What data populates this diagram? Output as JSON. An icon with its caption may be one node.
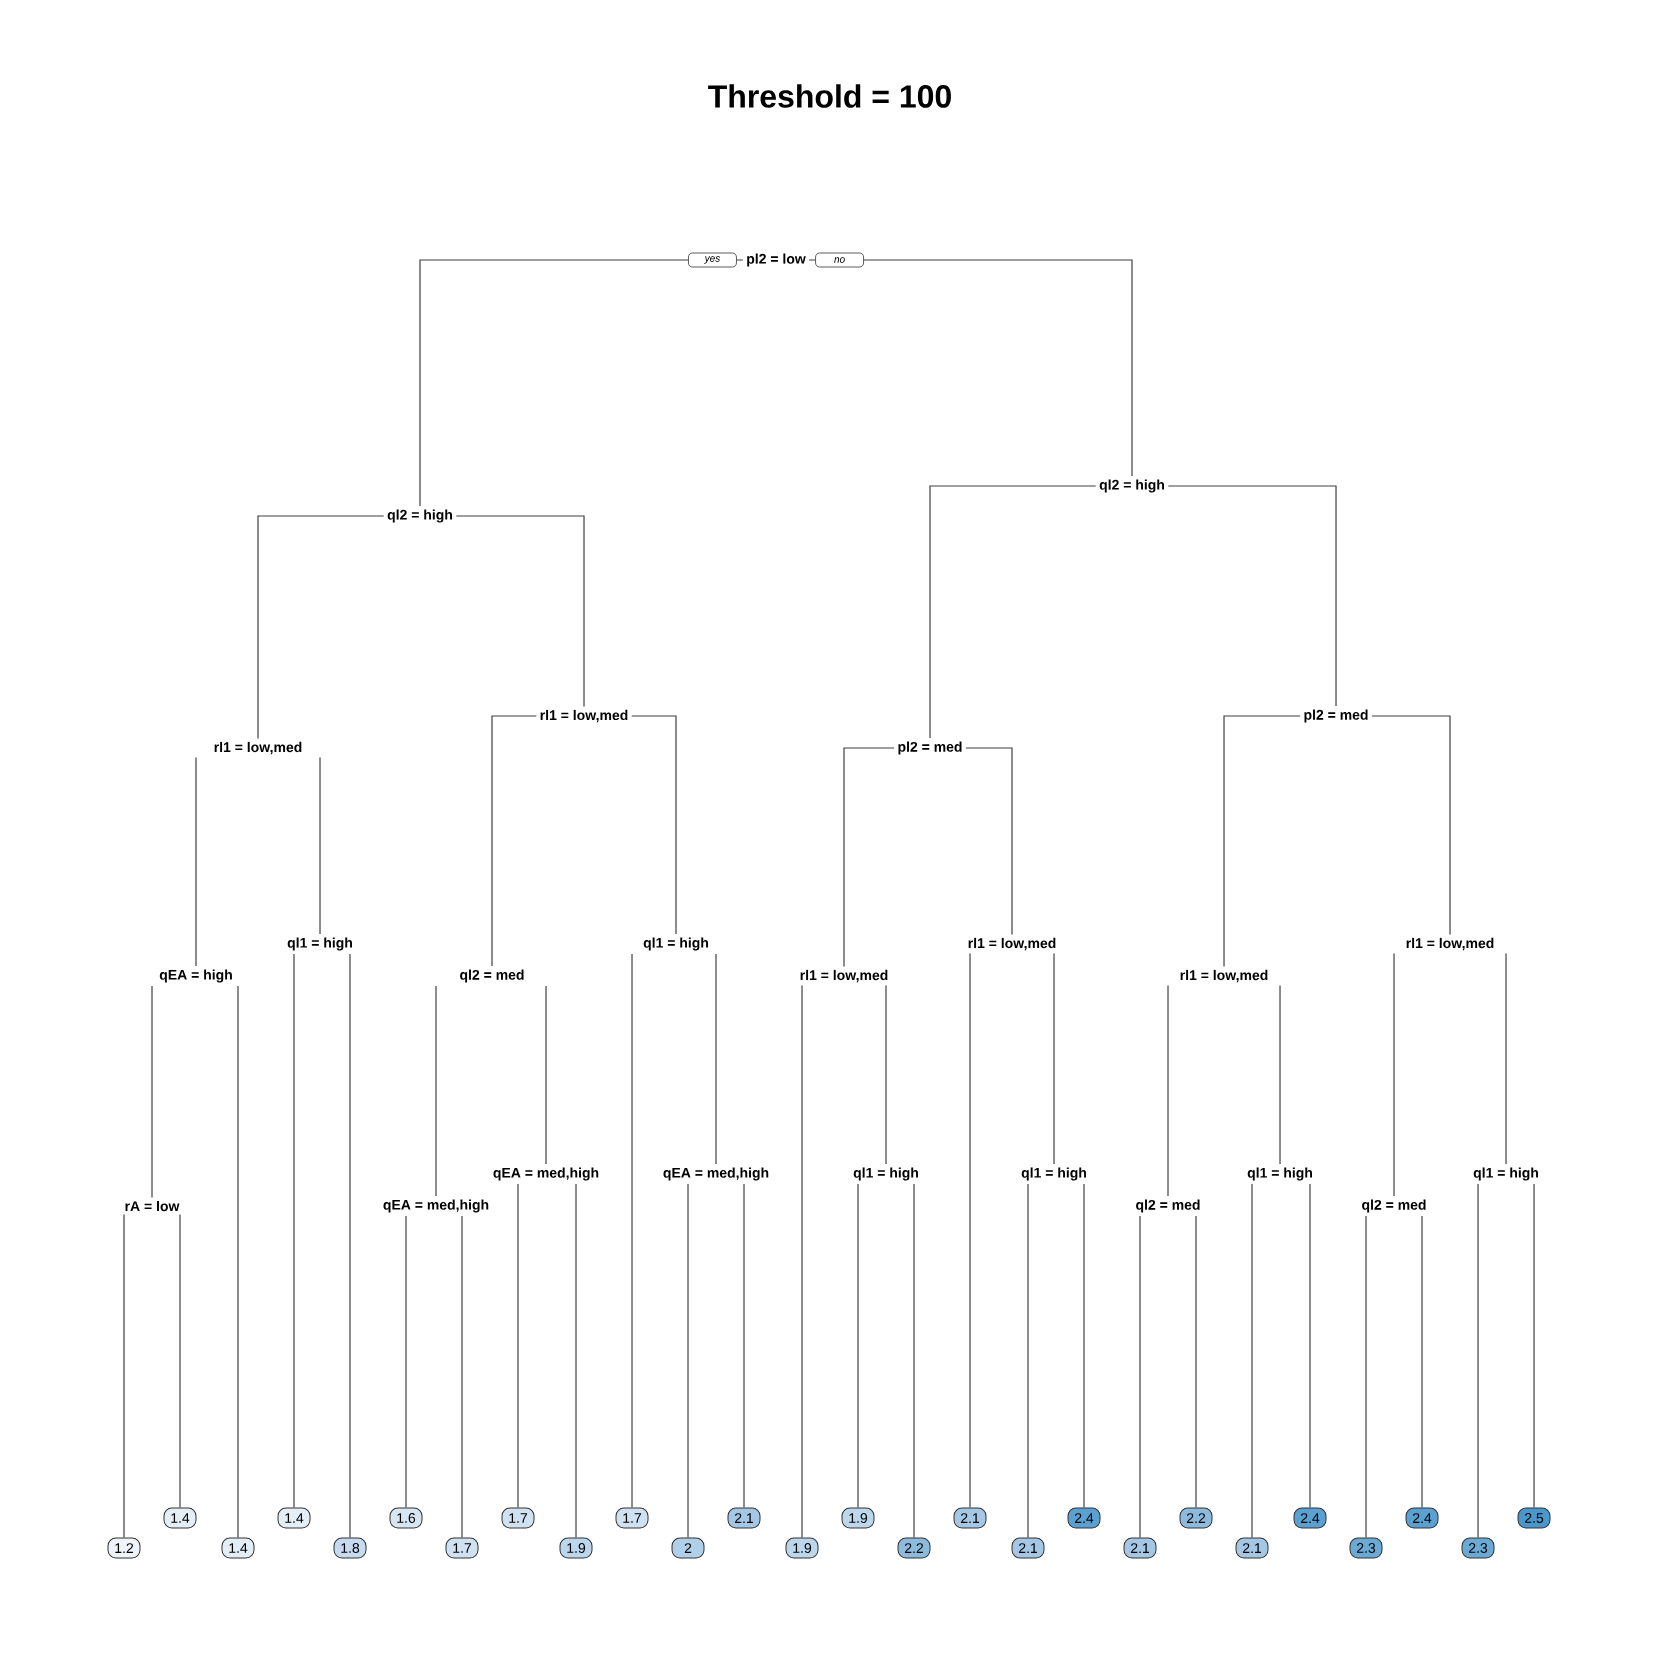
{
  "diagram": {
    "title": "Threshold = 100",
    "nodes": [
      {
        "text": [
          "pl2 = low"
        ],
        "beside": [
          "yes",
          "no"
        ]
      },
      {
        "text": [
          "ql2 = high"
        ]
      },
      {
        "text": [
          "rl1 = low,med"
        ]
      },
      {
        "text": [
          "qEA = high"
        ]
      },
      {
        "text": [
          "rA = low"
        ]
      },
      {
        "text": [
          "1.2"
        ]
      },
      {
        "text": [
          "1.4"
        ]
      },
      {
        "text": [
          "1.4"
        ]
      },
      {
        "text": [
          "ql1 = high"
        ]
      },
      {
        "text": [
          "1.4"
        ]
      },
      {
        "text": [
          "1.8"
        ]
      },
      {
        "text": [
          "rl1 = low,med"
        ]
      },
      {
        "text": [
          "ql2 = med"
        ]
      },
      {
        "text": [
          "qEA = med,high"
        ]
      },
      {
        "text": [
          "1.6"
        ]
      },
      {
        "text": [
          "1.7"
        ]
      },
      {
        "text": [
          "qEA = med,high"
        ]
      },
      {
        "text": [
          "1.7"
        ]
      },
      {
        "text": [
          "1.9"
        ]
      },
      {
        "text": [
          "ql1 = high"
        ]
      },
      {
        "text": [
          "1.7"
        ]
      },
      {
        "text": [
          "qEA = med,high"
        ]
      },
      {
        "text": [
          "2"
        ]
      },
      {
        "text": [
          "2.1"
        ]
      },
      {
        "text": [
          "ql2 = high"
        ]
      },
      {
        "text": [
          "pl2 = med"
        ]
      },
      {
        "text": [
          "rl1 = low,med"
        ]
      },
      {
        "text": [
          "1.9"
        ]
      },
      {
        "text": [
          "ql1 = high"
        ]
      },
      {
        "text": [
          "1.9"
        ]
      },
      {
        "text": [
          "2.2"
        ]
      },
      {
        "text": [
          "rl1 = low,med"
        ]
      },
      {
        "text": [
          "2.1"
        ]
      },
      {
        "text": [
          "ql1 = high"
        ]
      },
      {
        "text": [
          "2.1"
        ]
      },
      {
        "text": [
          "2.4"
        ]
      },
      {
        "text": [
          "pl2 = med"
        ]
      },
      {
        "text": [
          "rl1 = low,med"
        ]
      },
      {
        "text": [
          "ql2 = med"
        ]
      },
      {
        "text": [
          "2.1"
        ]
      },
      {
        "text": [
          "2.2"
        ]
      },
      {
        "text": [
          "ql1 = high"
        ]
      },
      {
        "text": [
          "2.1"
        ]
      },
      {
        "text": [
          "2.4"
        ]
      },
      {
        "text": [
          "rl1 = low,med"
        ]
      },
      {
        "text": [
          "ql2 = med"
        ]
      },
      {
        "text": [
          "2.3"
        ]
      },
      {
        "text": [
          "2.4"
        ]
      },
      {
        "text": [
          "ql1 = high"
        ]
      },
      {
        "text": [
          "2.3"
        ]
      },
      {
        "text": [
          "2.5"
        ]
      }
    ],
    "edges": [
      {
        "from": 0,
        "to": 1,
        "arrow": "none"
      },
      {
        "from": 1,
        "to": 2,
        "arrow": "none"
      },
      {
        "from": 2,
        "to": 3,
        "arrow": "none"
      },
      {
        "from": 3,
        "to": 4,
        "arrow": "none"
      },
      {
        "from": 4,
        "to": 5,
        "arrow": "none"
      },
      {
        "from": 4,
        "to": 6,
        "arrow": "none"
      },
      {
        "from": 3,
        "to": 7,
        "arrow": "none"
      },
      {
        "from": 2,
        "to": 8,
        "arrow": "none"
      },
      {
        "from": 8,
        "to": 9,
        "arrow": "none"
      },
      {
        "from": 8,
        "to": 10,
        "arrow": "none"
      },
      {
        "from": 1,
        "to": 11,
        "arrow": "none"
      },
      {
        "from": 11,
        "to": 12,
        "arrow": "none"
      },
      {
        "from": 12,
        "to": 13,
        "arrow": "none"
      },
      {
        "from": 13,
        "to": 14,
        "arrow": "none"
      },
      {
        "from": 13,
        "to": 15,
        "arrow": "none"
      },
      {
        "from": 12,
        "to": 16,
        "arrow": "none"
      },
      {
        "from": 16,
        "to": 17,
        "arrow": "none"
      },
      {
        "from": 16,
        "to": 18,
        "arrow": "none"
      },
      {
        "from": 11,
        "to": 19,
        "arrow": "none"
      },
      {
        "from": 19,
        "to": 20,
        "arrow": "none"
      },
      {
        "from": 19,
        "to": 21,
        "arrow": "none"
      },
      {
        "from": 21,
        "to": 22,
        "arrow": "none"
      },
      {
        "from": 21,
        "to": 23,
        "arrow": "none"
      },
      {
        "from": 0,
        "to": 24,
        "arrow": "none"
      },
      {
        "from": 24,
        "to": 25,
        "arrow": "none"
      },
      {
        "from": 25,
        "to": 26,
        "arrow": "none"
      },
      {
        "from": 26,
        "to": 27,
        "arrow": "none"
      },
      {
        "from": 26,
        "to": 28,
        "arrow": "none"
      },
      {
        "from": 28,
        "to": 29,
        "arrow": "none"
      },
      {
        "from": 28,
        "to": 30,
        "arrow": "none"
      },
      {
        "from": 25,
        "to": 31,
        "arrow": "none"
      },
      {
        "from": 31,
        "to": 32,
        "arrow": "none"
      },
      {
        "from": 31,
        "to": 33,
        "arrow": "none"
      },
      {
        "from": 33,
        "to": 34,
        "arrow": "none"
      },
      {
        "from": 33,
        "to": 35,
        "arrow": "none"
      },
      {
        "from": 24,
        "to": 36,
        "arrow": "none"
      },
      {
        "from": 36,
        "to": 37,
        "arrow": "none"
      },
      {
        "from": 37,
        "to": 38,
        "arrow": "none"
      },
      {
        "from": 38,
        "to": 39,
        "arrow": "none"
      },
      {
        "from": 38,
        "to": 40,
        "arrow": "none"
      },
      {
        "from": 37,
        "to": 41,
        "arrow": "none"
      },
      {
        "from": 41,
        "to": 42,
        "arrow": "none"
      },
      {
        "from": 41,
        "to": 43,
        "arrow": "none"
      },
      {
        "from": 36,
        "to": 44,
        "arrow": "none"
      },
      {
        "from": 44,
        "to": 45,
        "arrow": "none"
      },
      {
        "from": 45,
        "to": 46,
        "arrow": "none"
      },
      {
        "from": 45,
        "to": 47,
        "arrow": "none"
      },
      {
        "from": 44,
        "to": 48,
        "arrow": "none"
      },
      {
        "from": 48,
        "to": 49,
        "arrow": "none"
      },
      {
        "from": 48,
        "to": 50,
        "arrow": "none"
      }
    ]
  }
}
